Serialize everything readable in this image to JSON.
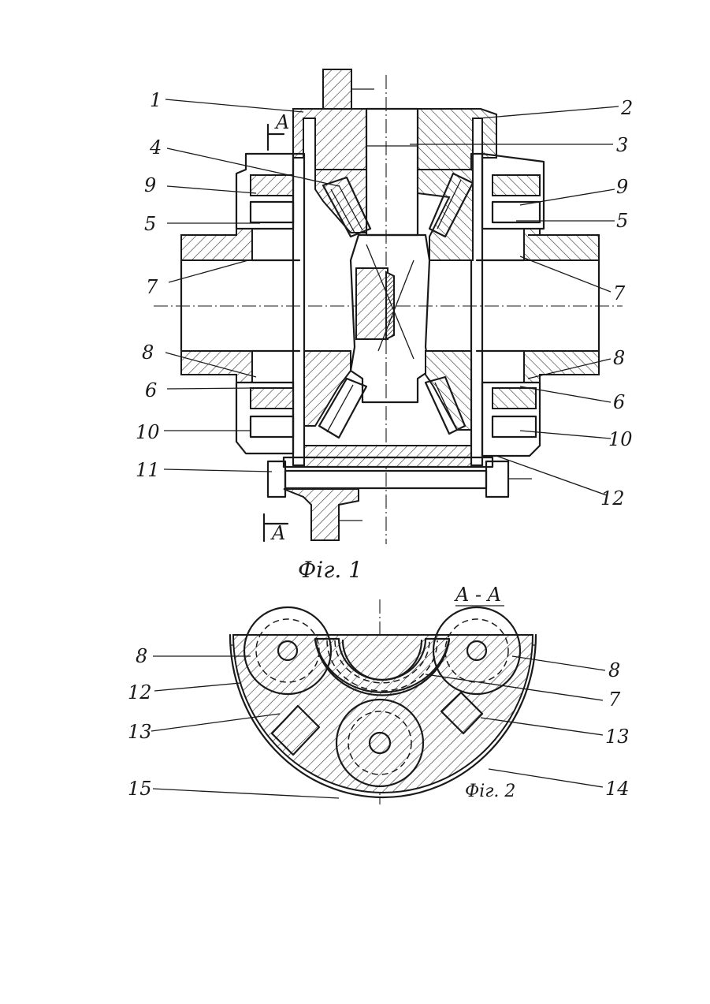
{
  "figure1": {
    "caption": "Фiг. 1",
    "section_marks": [
      "A",
      "A"
    ],
    "labels_left": [
      "1",
      "4",
      "9",
      "5",
      "7",
      "8",
      "6",
      "10",
      "11"
    ],
    "labels_right": [
      "2",
      "3",
      "9",
      "5",
      "7",
      "8",
      "6",
      "10",
      "12"
    ]
  },
  "figure2": {
    "caption": "Фiг. 2",
    "section_title": "A - A",
    "labels_left": [
      "8",
      "12",
      "13",
      "15"
    ],
    "labels_right": [
      "8",
      "7",
      "13",
      "14"
    ]
  }
}
